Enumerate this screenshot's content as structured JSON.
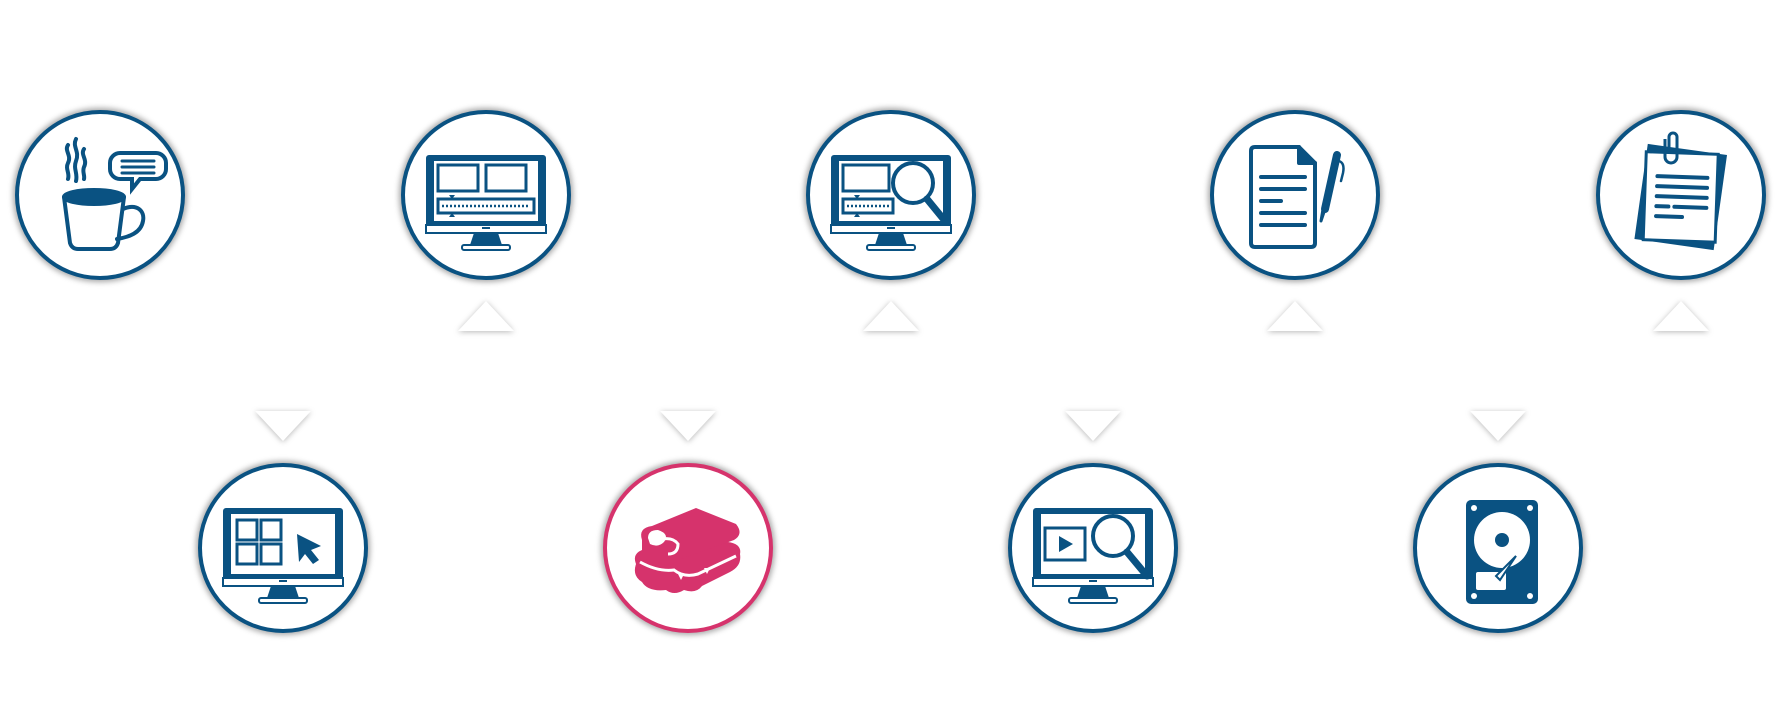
{
  "colors": {
    "primary": "#0a5282",
    "highlight": "#d6336c"
  },
  "steps": [
    {
      "id": 1,
      "icon": "coffee-chat-icon",
      "row": "top",
      "connector": "none",
      "highlighted": false
    },
    {
      "id": 2,
      "icon": "screen-grid-cursor-icon",
      "row": "bottom",
      "connector": "down",
      "highlighted": false
    },
    {
      "id": 3,
      "icon": "screen-video-timeline-icon",
      "row": "top",
      "connector": "up",
      "highlighted": false
    },
    {
      "id": 4,
      "icon": "sandwich-icon",
      "row": "bottom",
      "connector": "down",
      "highlighted": true
    },
    {
      "id": 5,
      "icon": "screen-timeline-search-icon",
      "row": "top",
      "connector": "up",
      "highlighted": false
    },
    {
      "id": 6,
      "icon": "screen-video-search-icon",
      "row": "bottom",
      "connector": "down",
      "highlighted": false
    },
    {
      "id": 7,
      "icon": "document-pen-icon",
      "row": "top",
      "connector": "up",
      "highlighted": false
    },
    {
      "id": 8,
      "icon": "hard-drive-icon",
      "row": "bottom",
      "connector": "down",
      "highlighted": false
    },
    {
      "id": 9,
      "icon": "clipped-papers-icon",
      "row": "top",
      "connector": "up",
      "highlighted": false
    }
  ]
}
